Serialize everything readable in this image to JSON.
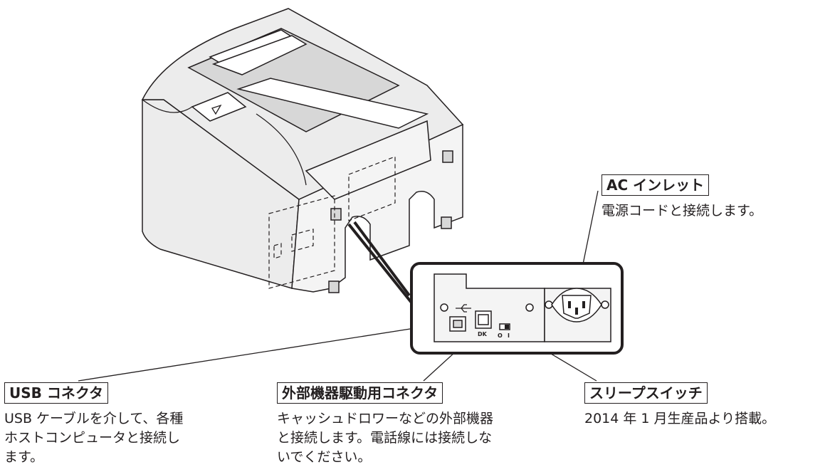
{
  "labels": {
    "ac_inlet": {
      "title": "AC インレット",
      "desc": "電源コードと接続します。"
    },
    "usb_connector": {
      "title": "USB コネクタ",
      "desc": "USB ケーブルを介して、各種\nホストコンピュータと接続し\nます。"
    },
    "peripheral_connector": {
      "title": "外部機器駆動用コネクタ",
      "desc": "キャッシュドロワーなどの外部機器\nと接続します。電話線には接続しな\nいでください。"
    },
    "sleep_switch": {
      "title": "スリープスイッチ",
      "desc": "2014 年 1 月生産品より搭載。"
    }
  },
  "panel_marks": {
    "dk": "DK",
    "switch_off": "O",
    "switch_on": "I"
  }
}
